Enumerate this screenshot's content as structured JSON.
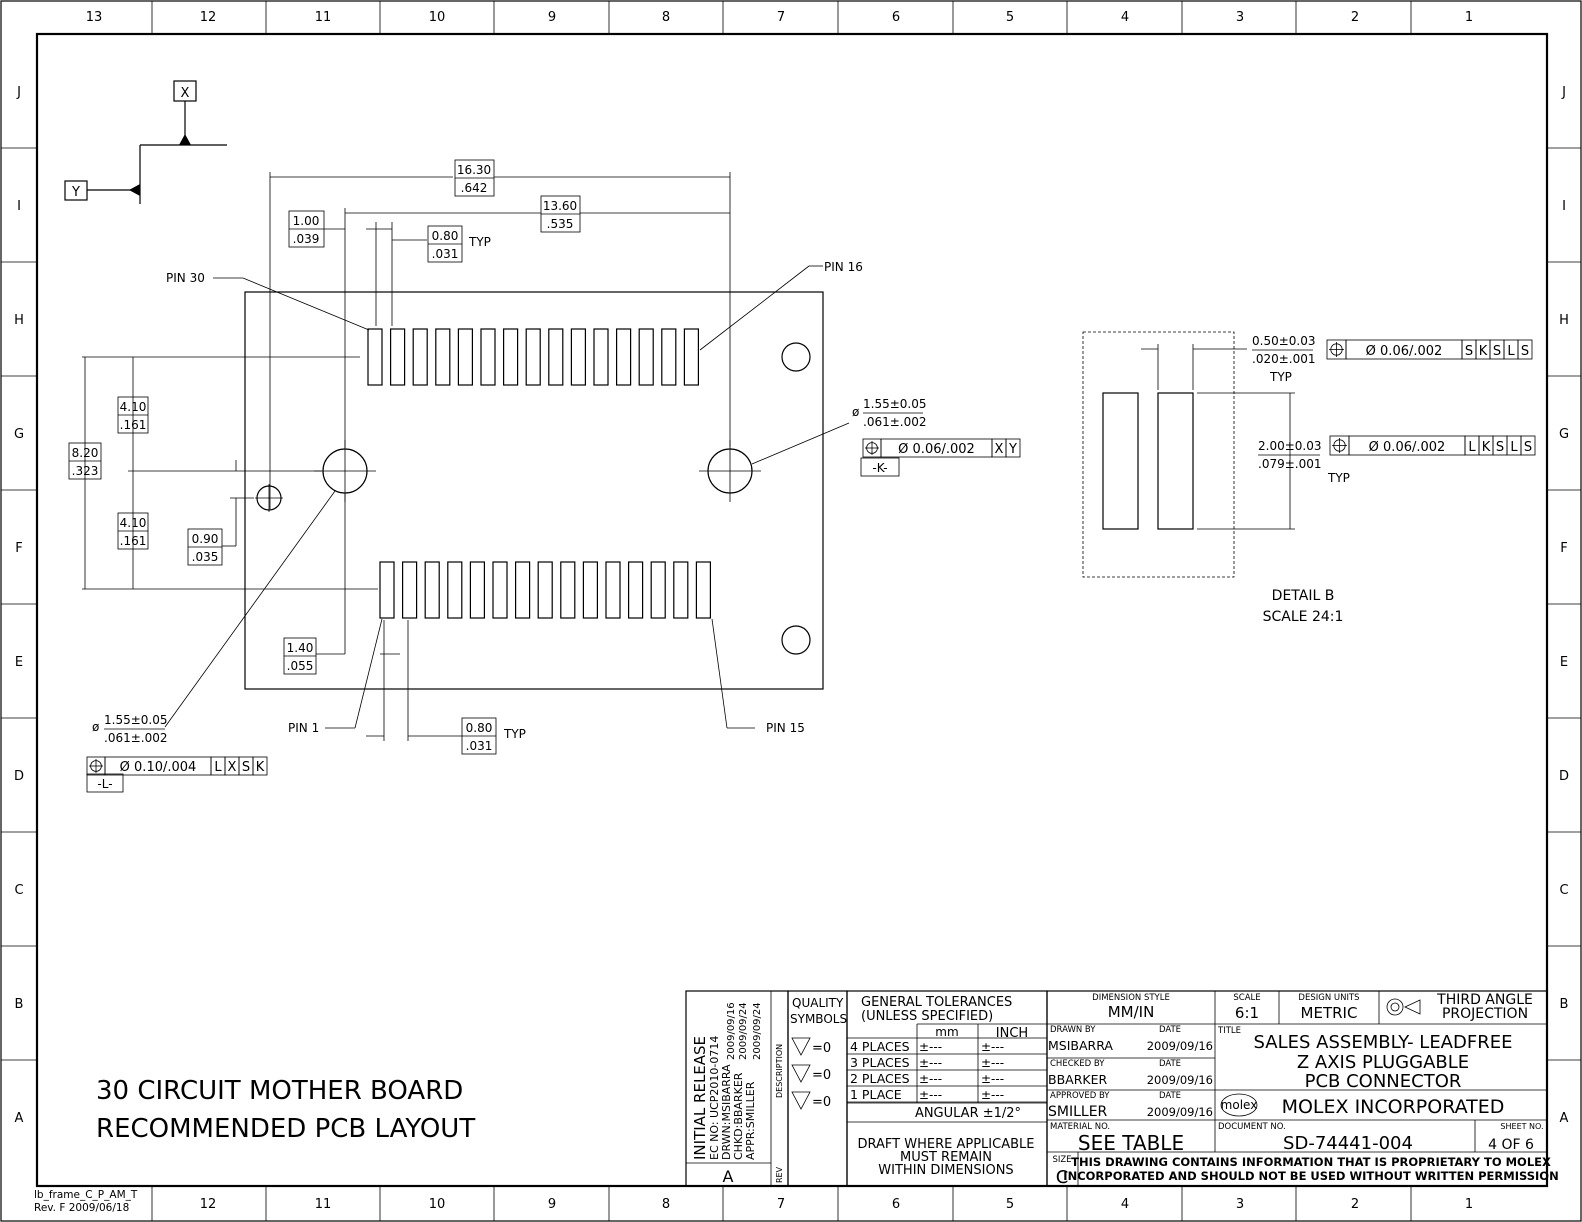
{
  "border": {
    "columns": [
      "13",
      "12",
      "11",
      "10",
      "9",
      "8",
      "7",
      "6",
      "5",
      "4",
      "3",
      "2",
      "1"
    ],
    "rows": [
      "J",
      "I",
      "H",
      "G",
      "F",
      "E",
      "D",
      "C",
      "B",
      "A"
    ],
    "frame_id": "lb_frame_C_P_AM_T",
    "frame_rev": "Rev. F 2009/06/18"
  },
  "datums": {
    "x": "X",
    "y": "Y",
    "k": "-K-",
    "l": "-L-"
  },
  "dims": {
    "overall_mm": "16.30",
    "overall_in": ".642",
    "pitch_span_mm": "13.60",
    "pitch_span_in": ".535",
    "offset_mm": "1.00",
    "offset_in": ".039",
    "pitch_top_mm": "0.80",
    "pitch_top_in": ".031",
    "typ": "TYP",
    "half_top_mm": "4.10",
    "half_top_in": ".161",
    "total_mm": "8.20",
    "total_in": ".323",
    "half_bot_mm": "4.10",
    "half_bot_in": ".161",
    "small_offset_mm": "0.90",
    "small_offset_in": ".035",
    "bottom_offset_mm": "1.40",
    "bottom_offset_in": ".055",
    "pitch_bot_mm": "0.80",
    "pitch_bot_in": ".031",
    "hole_k_mm": "1.55±0.05",
    "hole_k_in": ".061±.002",
    "hole_l_mm": "1.55±0.05",
    "hole_l_in": ".061±.002",
    "diam_symbol": "ø"
  },
  "fcf": {
    "k_cells": [
      "Ø 0.06/.002",
      "X",
      "Y"
    ],
    "l_cells": [
      "Ø 0.10/.004",
      "L",
      "X",
      "S",
      "K"
    ],
    "b_top_cells": [
      "Ø 0.06/.002",
      "S",
      "K",
      "S",
      "L",
      "S"
    ],
    "b_mid_cells": [
      "Ø 0.06/.002",
      "L",
      "K",
      "S",
      "L",
      "S"
    ]
  },
  "pins": {
    "pin30": "PIN 30",
    "pin16": "PIN 16",
    "pin1": "PIN 1",
    "pin15": "PIN 15"
  },
  "detail": {
    "width_mm": "0.50±0.03",
    "width_in": ".020±.001",
    "pitch_mm": "2.00±0.03",
    "pitch_in": ".079±.001",
    "typ": "TYP",
    "title": "DETAIL B",
    "scale": "SCALE 24:1"
  },
  "board_title": {
    "line1": "30 CIRCUIT MOTHER BOARD",
    "line2": "RECOMMENDED PCB LAYOUT"
  },
  "revision_block": {
    "desc1": "INITIAL RELEASE",
    "ec": "EC NO: UCP2010-0714",
    "drwn": "DRWN:MSIBARRA",
    "chkd": "CHKD:BBARKER",
    "appr": "APPR:SMILLER",
    "d1": "2009/09/16",
    "d2": "2009/09/24",
    "d3": "2009/09/24",
    "description_label": "DESCRIPTION",
    "rev_label": "REV",
    "rev": "A"
  },
  "title_block": {
    "quality": "QUALITY",
    "symbols": "SYMBOLS",
    "eq_zero": "=0",
    "gen_tol": "GENERAL TOLERANCES",
    "unless": "(UNLESS SPECIFIED)",
    "mm": "mm",
    "inch": "INCH",
    "places": [
      "4 PLACES",
      "3 PLACES",
      "2 PLACES",
      "1 PLACE"
    ],
    "tol_val": "±---",
    "angular": "ANGULAR ±1/2°",
    "draft1": "DRAFT WHERE APPLICABLE",
    "draft2": "MUST REMAIN",
    "draft3": "WITHIN DIMENSIONS",
    "dim_style_label": "DIMENSION STYLE",
    "dim_style": "MM/IN",
    "scale_label": "SCALE",
    "scale": "6:1",
    "design_units_label": "DESIGN UNITS",
    "design_units": "METRIC",
    "projection1": "THIRD ANGLE",
    "projection2": "PROJECTION",
    "drawn_by_label": "DRAWN BY",
    "drawn_by": "MSIBARRA",
    "checked_by_label": "CHECKED BY",
    "checked_by": "BBARKER",
    "approved_by_label": "APPROVED BY",
    "approved_by": "SMILLER",
    "date_label": "DATE",
    "drawn_date": "2009/09/16",
    "checked_date": "2009/09/16",
    "approved_date": "2009/09/16",
    "title_label": "TITLE",
    "title1": "SALES ASSEMBLY- LEADFREE",
    "title2": "Z AXIS PLUGGABLE",
    "title3": "PCB  CONNECTOR",
    "logo": "molex",
    "company": "MOLEX INCORPORATED",
    "material_label": "MATERIAL NO.",
    "material": "SEE TABLE",
    "document_label": "DOCUMENT NO.",
    "document": "SD-74441-004",
    "sheet_label": "SHEET NO.",
    "sheet": "4 OF 6",
    "size_label": "SIZE",
    "size": "C",
    "proprietary1": "THIS DRAWING CONTAINS INFORMATION THAT IS PROPRIETARY TO MOLEX",
    "proprietary2": "INCORPORATED AND SHOULD NOT BE USED WITHOUT WRITTEN PERMISSION"
  }
}
